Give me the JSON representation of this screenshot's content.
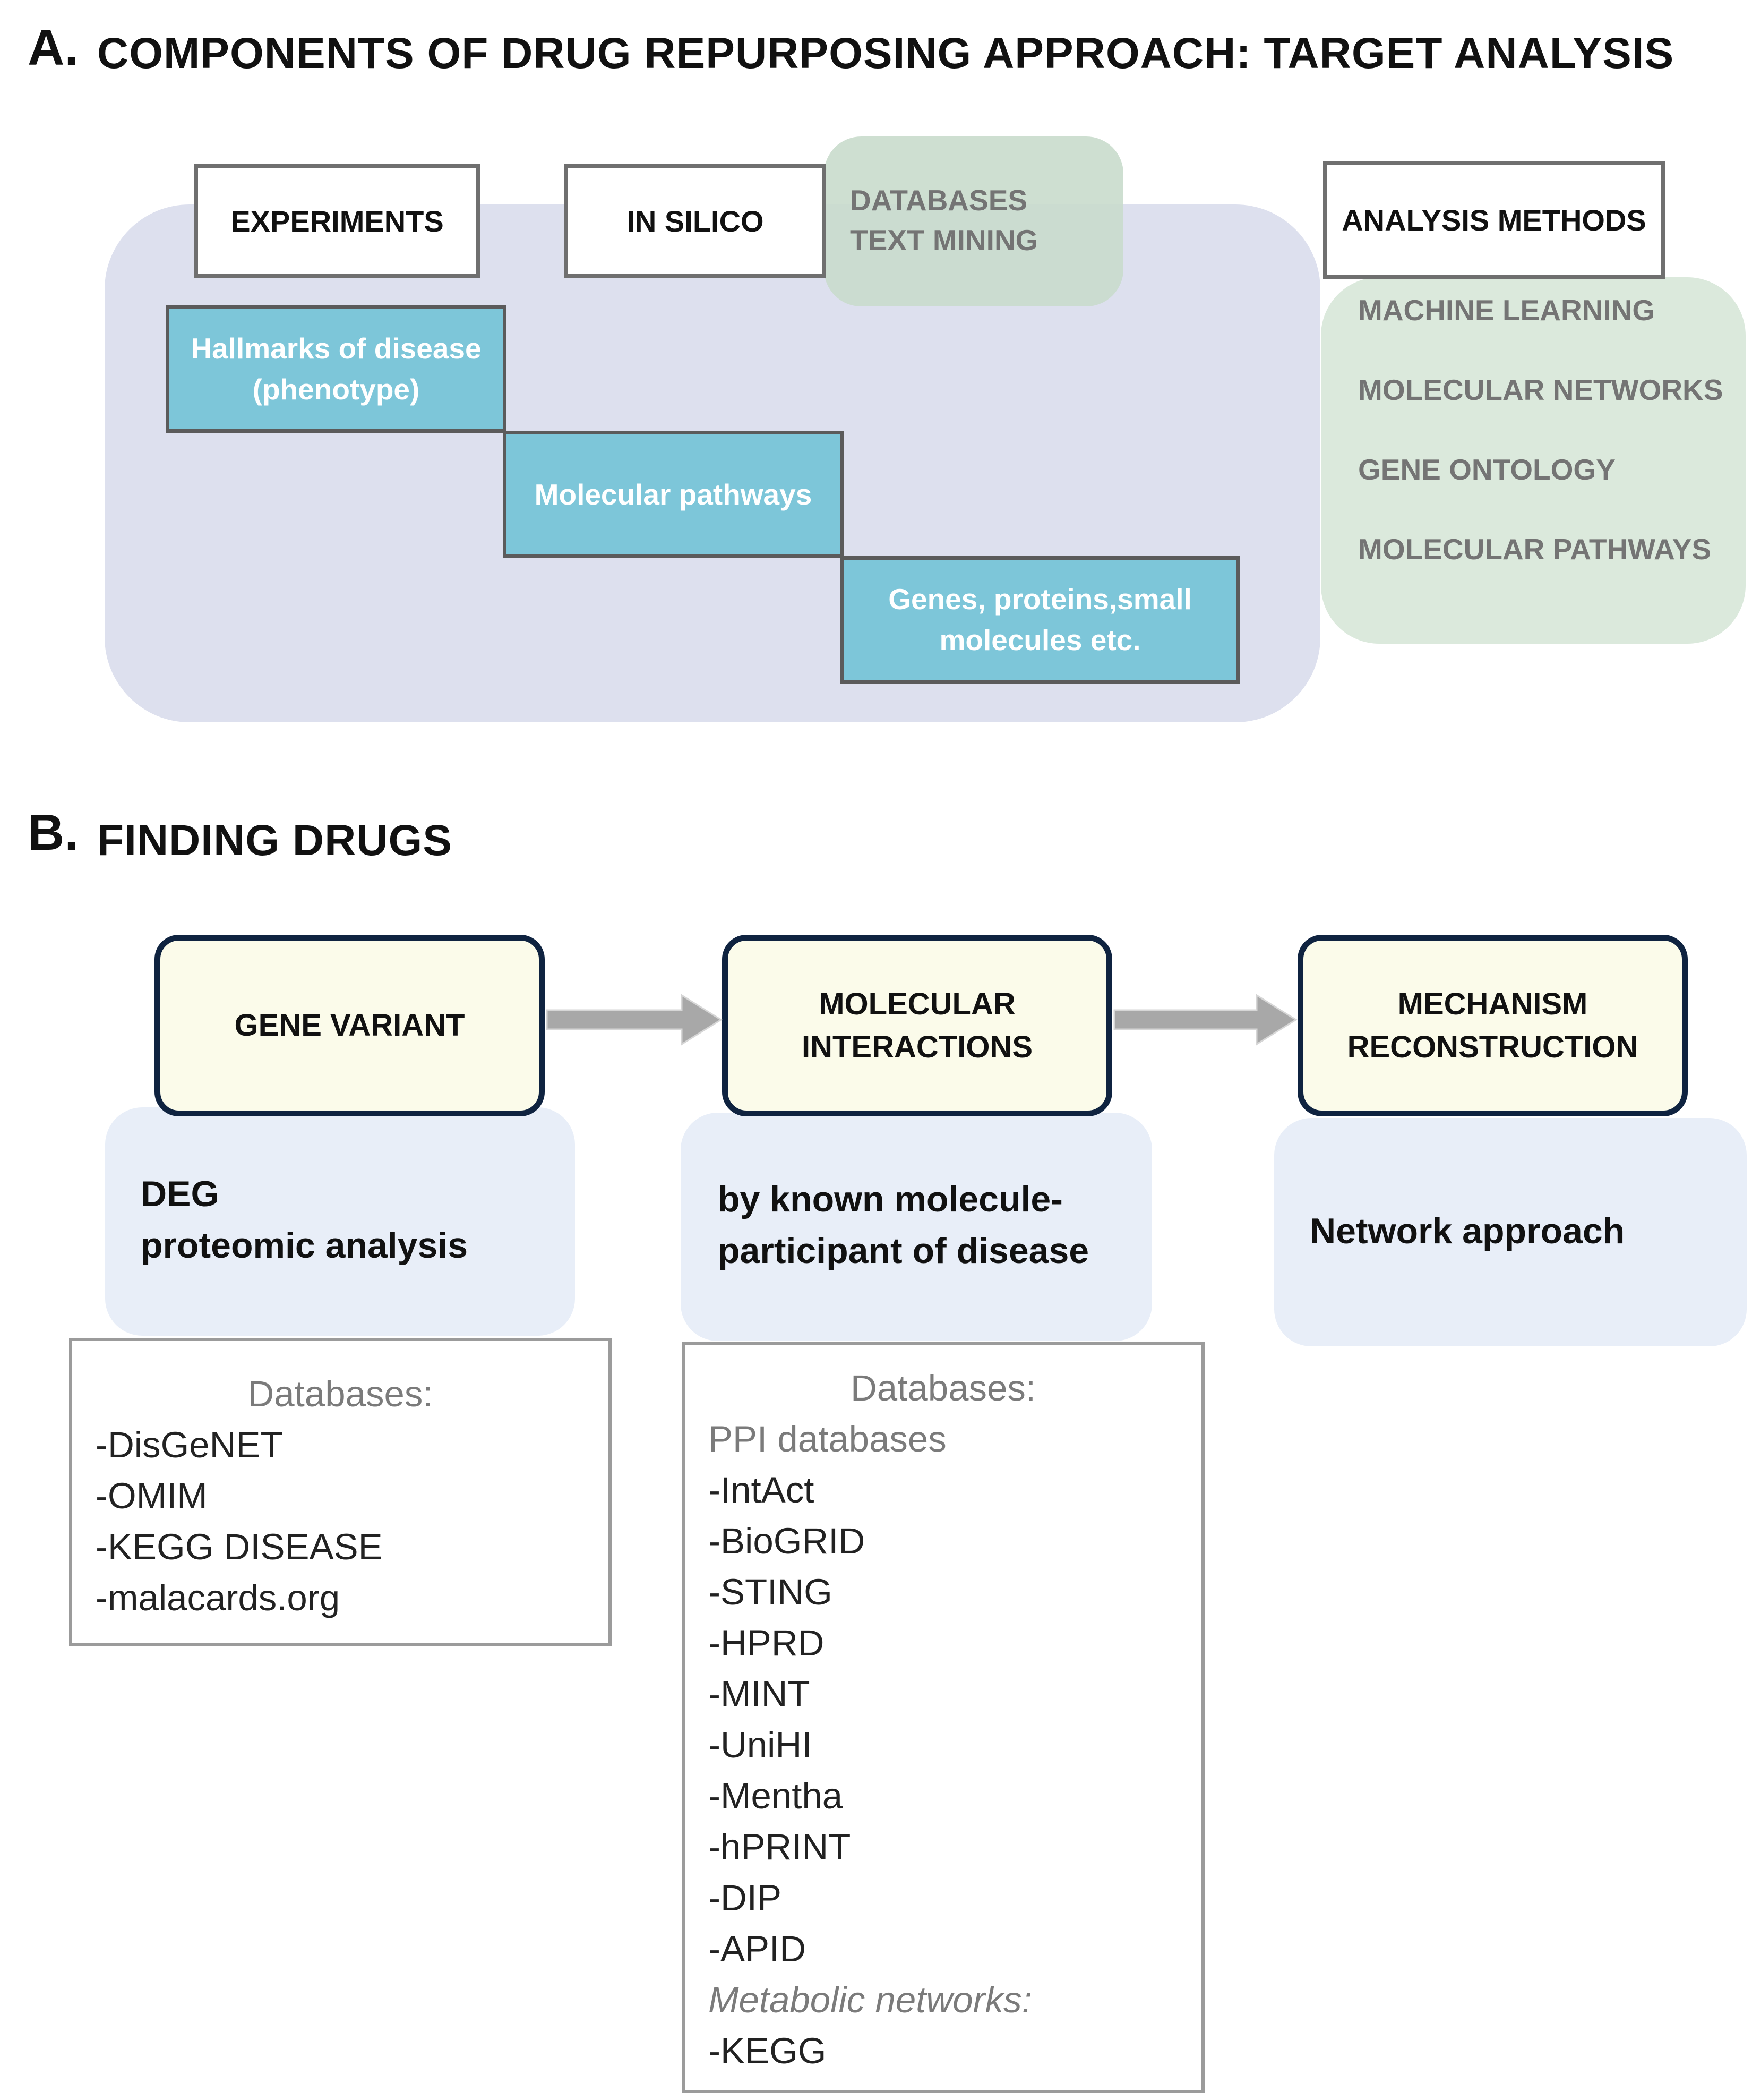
{
  "section_a": {
    "letter": "A.",
    "title": "COMPONENTS OF DRUG REPURPOSING APPROACH: TARGET ANALYSIS",
    "labels": {
      "experiments": "EXPERIMENTS",
      "in_silico": "IN SILICO",
      "analysis_methods": "ANALYSIS METHODS"
    },
    "in_silico_sources": [
      "DATABASES",
      "TEXT MINING"
    ],
    "levels": [
      "Hallmarks of disease\n(phenotype)",
      "Molecular pathways",
      "Genes, proteins,small\nmolecules etc."
    ],
    "methods": [
      "MACHINE LEARNING",
      "MOLECULAR NETWORKS",
      "GENE ONTOLOGY",
      "MOLECULAR PATHWAYS"
    ],
    "colors": {
      "lavender": "#dde0ee",
      "green": "#dbe9dc",
      "teal": "#7dc6d9"
    }
  },
  "section_b": {
    "letter": "B.",
    "title": "FINDING DRUGS",
    "steps": [
      {
        "title": "GENE VARIANT",
        "description": "DEG\nproteomic analysis",
        "databases_header": "Databases:",
        "databases": [
          "-DisGeNET",
          "-OMIM",
          "-KEGG DISEASE",
          "-malacards.org"
        ]
      },
      {
        "title": "MOLECULAR\nINTERACTIONS",
        "description": "by known molecule-\nparticipant of disease",
        "databases_header": "Databases:",
        "ppi_header": "PPI databases",
        "databases": [
          "-IntAct",
          "-BioGRID",
          "-STING",
          "-HPRD",
          "-MINT",
          "-UniHI",
          "-Mentha",
          "-hPRINT",
          "-DIP",
          "-APID"
        ],
        "metabolic_header": "Metabolic networks:",
        "metabolic": [
          "-KEGG"
        ]
      },
      {
        "title": "MECHANISM\nRECONSTRUCTION",
        "description": "Network approach"
      }
    ],
    "colors": {
      "step_border": "#0f2340",
      "step_fill": "#fbfbea",
      "arrow": "#a8a8a8"
    }
  }
}
